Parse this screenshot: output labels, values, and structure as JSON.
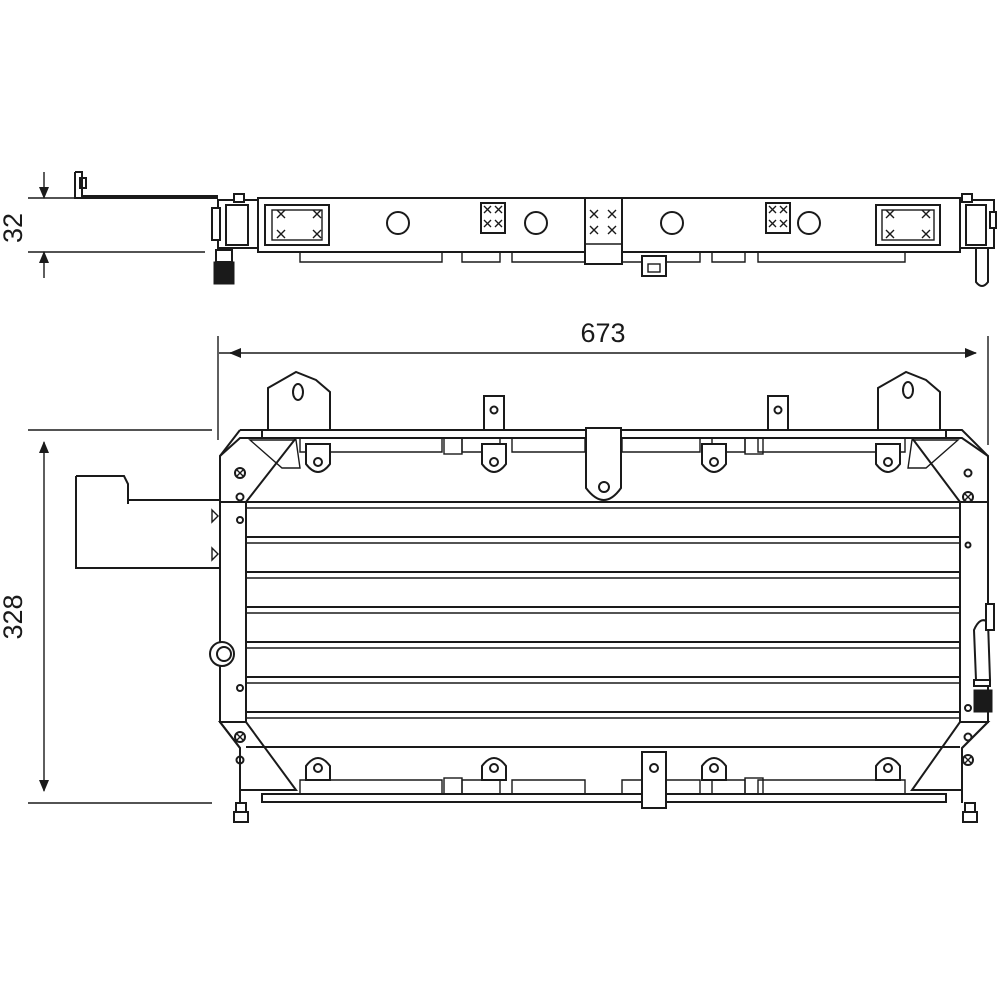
{
  "dimensions": {
    "thickness": "32",
    "width": "673",
    "height": "328"
  },
  "colors": {
    "line": "#1a1a1a",
    "background": "#ffffff"
  }
}
